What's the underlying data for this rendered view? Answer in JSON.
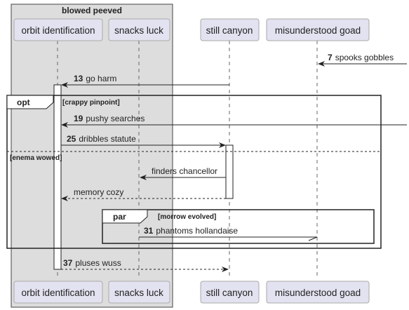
{
  "box": {
    "label": "blowed peeved"
  },
  "participants": [
    {
      "id": "p1",
      "label": "orbit identification"
    },
    {
      "id": "p2",
      "label": "snacks luck"
    },
    {
      "id": "p3",
      "label": "still canyon"
    },
    {
      "id": "p4",
      "label": "misunderstood goad"
    }
  ],
  "messages": [
    {
      "num": "7",
      "text": "spooks gobbles"
    },
    {
      "num": "13",
      "text": "go harm"
    },
    {
      "num": "19",
      "text": "pushy searches"
    },
    {
      "num": "25",
      "text": "dribbles statute"
    },
    {
      "num": "",
      "text": "finders chancellor"
    },
    {
      "num": "",
      "text": "memory cozy"
    },
    {
      "num": "31",
      "text": "phantoms hollandaise"
    },
    {
      "num": "37",
      "text": "pluses wuss"
    }
  ],
  "fragments": {
    "opt": {
      "keyword": "opt",
      "guard": "[crappy pinpoint]",
      "else_guard": "[enema wowed]"
    },
    "par": {
      "keyword": "par",
      "guard": "[morrow evolved]"
    }
  }
}
